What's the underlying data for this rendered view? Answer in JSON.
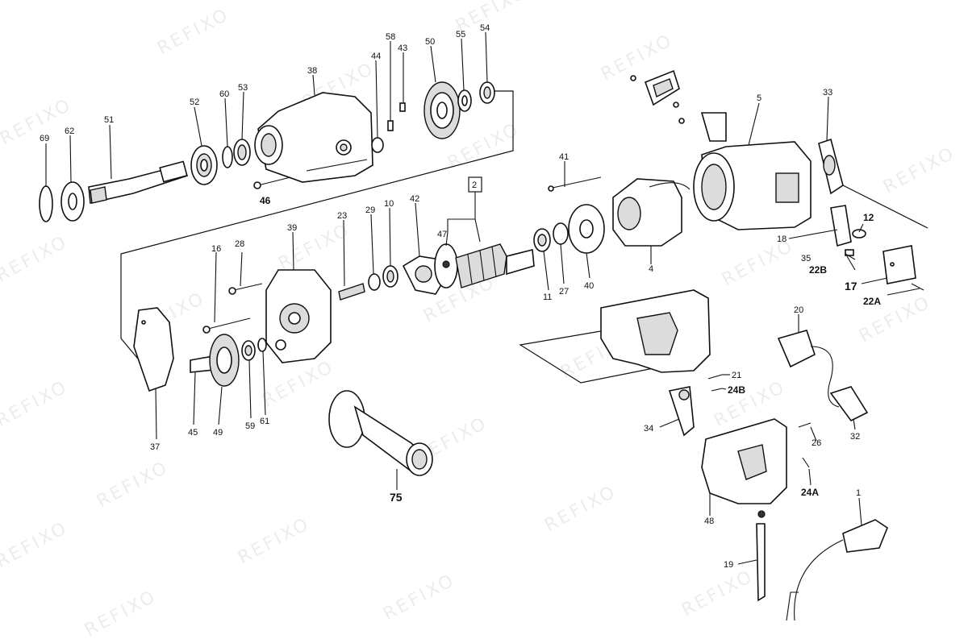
{
  "watermark": "REFIXO",
  "boxed_label": "2",
  "labels": {
    "p1": "1",
    "p4": "4",
    "p5": "5",
    "p10": "10",
    "p11": "11",
    "p12": "12",
    "p16": "16",
    "p17": "17",
    "p18": "18",
    "p19": "19",
    "p20": "20",
    "p21": "21",
    "p22A": "22A",
    "p22B": "22B",
    "p23": "23",
    "p24A": "24A",
    "p24B": "24B",
    "p26": "26",
    "p27": "27",
    "p28": "28",
    "p29": "29",
    "p32": "32",
    "p33": "33",
    "p34": "34",
    "p35": "35",
    "p37": "37",
    "p38": "38",
    "p39": "39",
    "p40": "40",
    "p41": "41",
    "p42": "42",
    "p43": "43",
    "p44": "44",
    "p45": "45",
    "p46": "46",
    "p47": "47",
    "p48": "48",
    "p49": "49",
    "p50": "50",
    "p51": "51",
    "p52": "52",
    "p53": "53",
    "p54": "54",
    "p55": "55",
    "p58": "58",
    "p59": "59",
    "p60": "60",
    "p61": "61",
    "p62": "62",
    "p69": "69",
    "p75": "75"
  }
}
